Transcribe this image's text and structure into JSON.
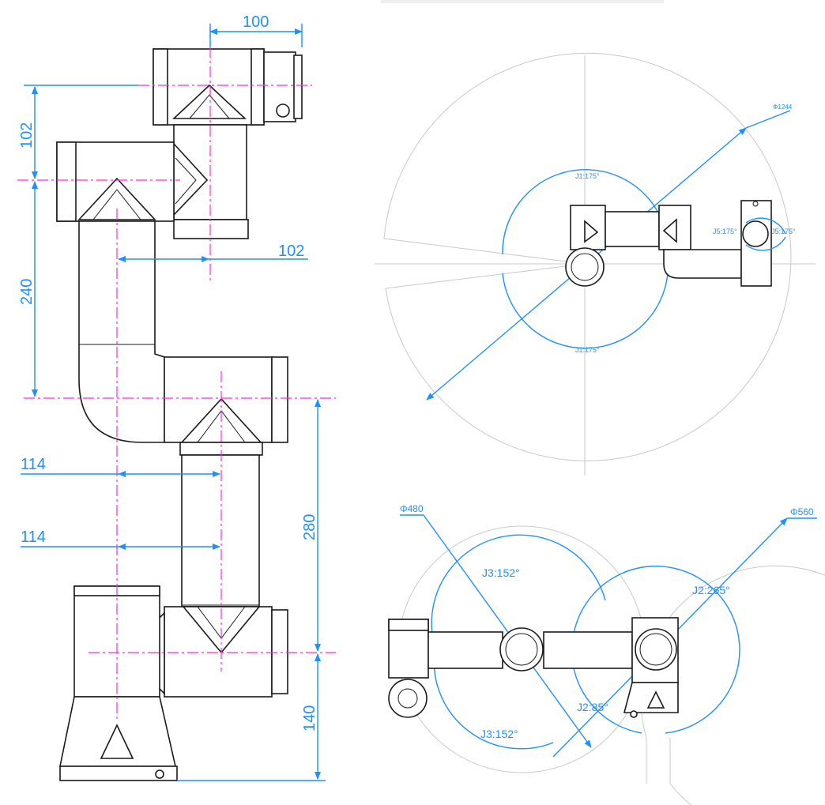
{
  "side_view": {
    "dimensions": {
      "top_offset": "100",
      "wrist_height": "102",
      "wrist_offset": "102",
      "upper_arm": "240",
      "forearm_offset_1": "114",
      "forearm_offset_2": "114",
      "lower_arm": "280",
      "base_height": "140"
    }
  },
  "top_view": {
    "reach_diameter": "Φ1244",
    "j1_upper": "J1:175°",
    "j1_lower": "J1:175°",
    "j5_left": "J5:175°",
    "j5_right": "J5:175°"
  },
  "front_view": {
    "diameter_left": "Φ480",
    "diameter_right": "Φ560",
    "j3_upper": "J3:152°",
    "j3_lower": "J3:152°",
    "j2_upper": "J2:265°",
    "j2_lower": "J2:85°"
  },
  "colors": {
    "dimension": "#1e90ff",
    "centerline": "#ff2bd6",
    "outline": "#1a1a1a",
    "envelope": "#c8c8c8"
  }
}
